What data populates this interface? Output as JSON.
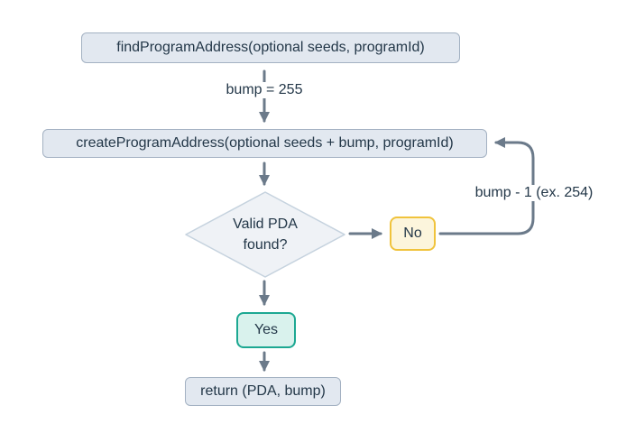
{
  "diagram": {
    "type": "flowchart",
    "background": "#ffffff",
    "colors": {
      "node_fill": "#e2e8f0",
      "node_border": "#a3b1c2",
      "decision_fill": "#eff2f6",
      "decision_border": "#c5d2de",
      "no_fill": "#fcf5dc",
      "no_border": "#f0c33c",
      "yes_fill": "#d9f2ed",
      "yes_border": "#1ca892",
      "edge": "#6b7a8a",
      "text": "#233748"
    },
    "nodes": {
      "find_program_address": {
        "label": "findProgramAddress(optional seeds, programId)",
        "type": "process"
      },
      "create_program_address": {
        "label": "createProgramAddress(optional seeds + bump, programId)",
        "type": "process"
      },
      "decision": {
        "line1": "Valid PDA",
        "line2": "found?",
        "type": "decision"
      },
      "no": {
        "label": "No",
        "type": "answer"
      },
      "yes": {
        "label": "Yes",
        "type": "answer"
      },
      "return": {
        "label": "return (PDA, bump)",
        "type": "process"
      }
    },
    "edge_labels": {
      "bump_init": "bump = 255",
      "bump_decrement": "bump - 1 (ex. 254)"
    },
    "edges": [
      {
        "from": "find_program_address",
        "to": "create_program_address",
        "label": "bump = 255"
      },
      {
        "from": "create_program_address",
        "to": "decision",
        "label": ""
      },
      {
        "from": "decision",
        "to": "no",
        "label": ""
      },
      {
        "from": "no",
        "to": "create_program_address",
        "label": "bump - 1 (ex. 254)"
      },
      {
        "from": "decision",
        "to": "yes",
        "label": ""
      },
      {
        "from": "yes",
        "to": "return",
        "label": ""
      }
    ]
  }
}
